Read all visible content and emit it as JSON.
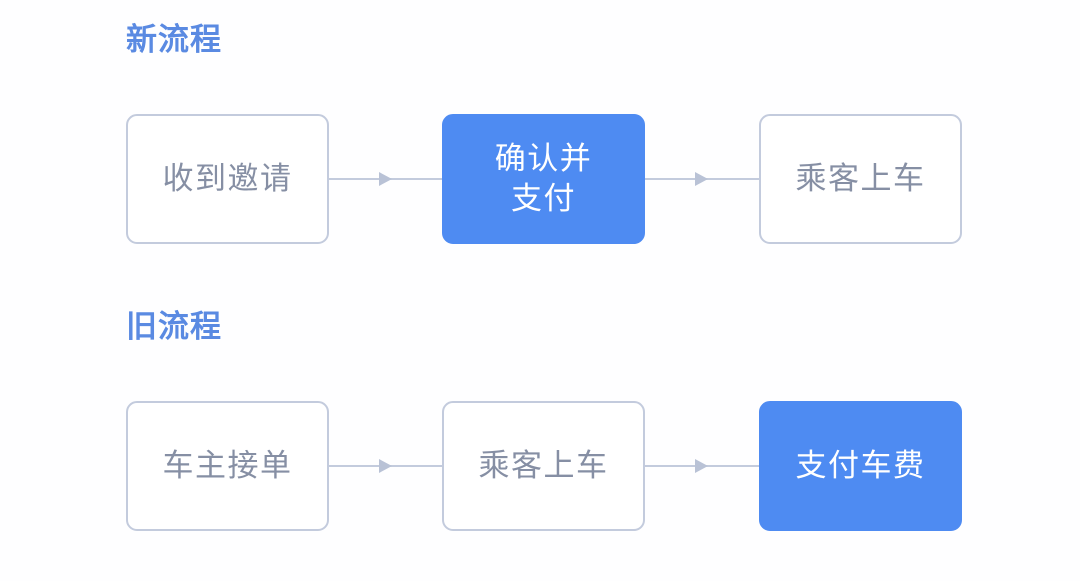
{
  "diagram": {
    "background_color": "#fefeff",
    "accent_color": "#4e8bf2",
    "title_color": "#5a8ae2",
    "node_text_color": "#868fa4",
    "node_border_color": "#c3cbdd",
    "connector_color": "#c3cbdd",
    "sections": [
      {
        "id": "new-flow",
        "title": "新流程",
        "nodes": [
          {
            "id": "node-receive-invite",
            "label": "收到邀请",
            "highlighted": false
          },
          {
            "id": "node-confirm-and-pay",
            "label": "确认并\n支付",
            "highlighted": true
          },
          {
            "id": "node-passenger-boards",
            "label": "乘客上车",
            "highlighted": false
          }
        ],
        "connectors": [
          {
            "id": "arrow-new-1",
            "from": "node-receive-invite",
            "to": "node-confirm-and-pay",
            "glyph": "arrow-right-icon"
          },
          {
            "id": "arrow-new-2",
            "from": "node-confirm-and-pay",
            "to": "node-passenger-boards",
            "glyph": "arrow-right-icon"
          }
        ]
      },
      {
        "id": "old-flow",
        "title": "旧流程",
        "nodes": [
          {
            "id": "node-driver-accepts",
            "label": "车主接单",
            "highlighted": false
          },
          {
            "id": "node-passenger-boards-old",
            "label": "乘客上车",
            "highlighted": false
          },
          {
            "id": "node-pay-fare",
            "label": "支付车费",
            "highlighted": true
          }
        ],
        "connectors": [
          {
            "id": "arrow-old-1",
            "from": "node-driver-accepts",
            "to": "node-passenger-boards-old",
            "glyph": "arrow-right-icon"
          },
          {
            "id": "arrow-old-2",
            "from": "node-passenger-boards-old",
            "to": "node-pay-fare",
            "glyph": "arrow-right-icon"
          }
        ]
      }
    ]
  }
}
